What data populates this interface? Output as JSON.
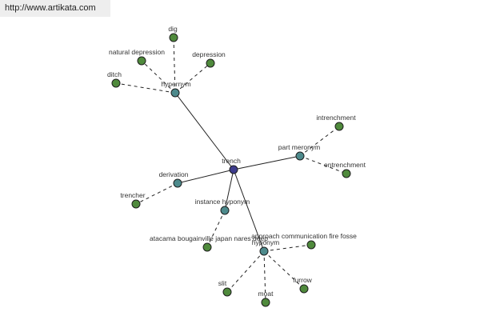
{
  "url": "http://www.artikata.com",
  "colors": {
    "center": "#3d3c8c",
    "relation": "#4d8a8c",
    "leaf": "#4f8a3c",
    "stroke": "#1e1e1e",
    "edge": "#222222"
  },
  "nodes": {
    "trench": "trench",
    "hypernym": "hypernym",
    "derivation": "derivation",
    "part_meronym": "part meronym",
    "instance_hyponym": "instance hyponym",
    "hyponym": "hyponym",
    "dig": "dig",
    "natural_depression": "natural depression",
    "depression": "depression",
    "ditch": "ditch",
    "intrenchment": "intrenchment",
    "entrenchment": "entrenchment",
    "trencher": "trencher",
    "atacama": "atacama bougainville japan nares deep",
    "approach": "approach communication fire fosse",
    "slit": "slit",
    "moat": "moat",
    "furrow": "furrow"
  }
}
